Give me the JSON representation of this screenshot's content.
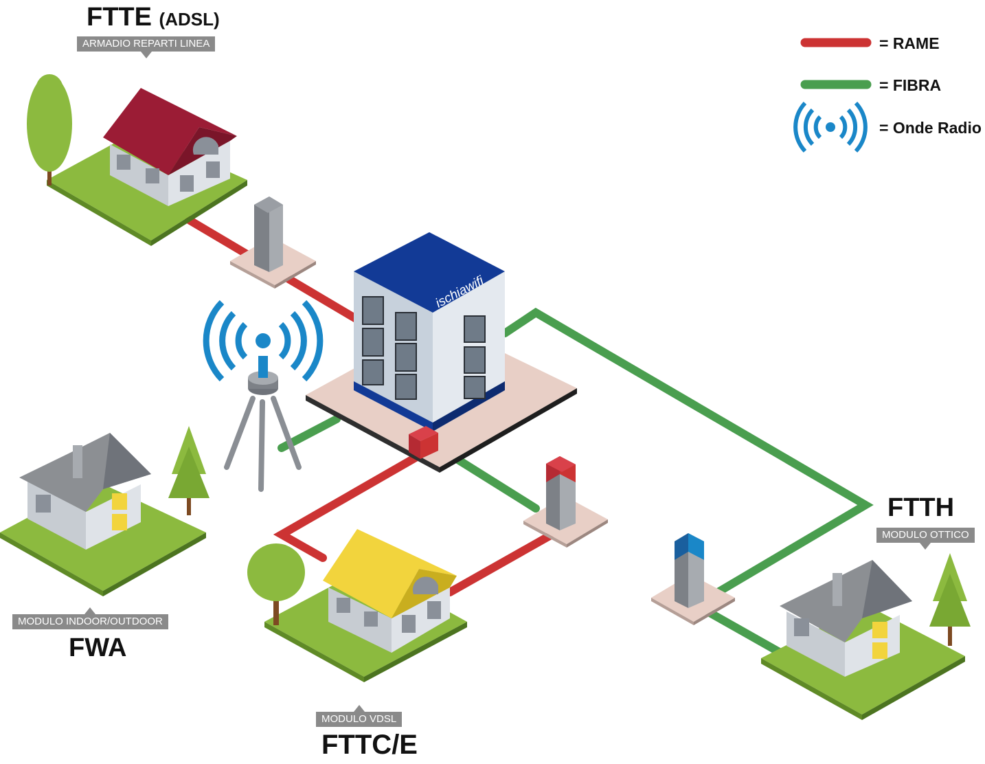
{
  "legend": {
    "copper": {
      "label": "= RAME",
      "color": "#cc3333"
    },
    "fiber": {
      "label": "= FIBRA",
      "color": "#4a9e4f"
    },
    "radio": {
      "label": "= Onde Radio",
      "color": "#1a87c8"
    }
  },
  "nodes": {
    "ftte": {
      "title": "FTTE",
      "subtitle": "(ADSL)",
      "tag": "ARMADIO REPARTI LINEA",
      "roof_color": "#9b1c35"
    },
    "fwa": {
      "title": "FWA",
      "tag": "MODULO INDOOR/OUTDOOR",
      "roof_color": "#8c8f93"
    },
    "fttc": {
      "title": "FTTC/E",
      "tag": "MODULO VDSL",
      "roof_color": "#f2d43d"
    },
    "ftth": {
      "title": "FTTH",
      "tag": "MODULO OTTICO",
      "roof_color": "#8c8f93"
    }
  },
  "central": {
    "brand": "ischiawifi",
    "roof_color": "#123a96"
  }
}
